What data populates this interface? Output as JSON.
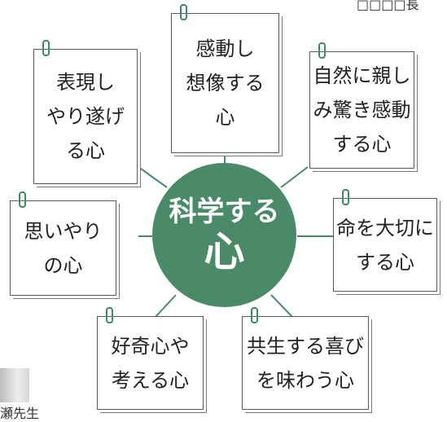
{
  "center": {
    "line1": "科学する",
    "line2": "心"
  },
  "notes": [
    {
      "id": "top",
      "text": "感動し\n想像する\n心"
    },
    {
      "id": "top-left",
      "text": "表現し\nやり遂げ\nる心"
    },
    {
      "id": "top-right",
      "text": "自然に親し\nみ驚き感動\nする心"
    },
    {
      "id": "left",
      "text": "思いやり\nの心"
    },
    {
      "id": "right",
      "text": "命を大切に\nする心"
    },
    {
      "id": "bottom-left",
      "text": "好奇心や\n考える心"
    },
    {
      "id": "bottom-right",
      "text": "共生する喜び\nを味わう心"
    }
  ],
  "corner": {
    "top_right": "□□□□長",
    "bottom_left": "瀬先生"
  },
  "colors": {
    "center": "#4a8a68",
    "line": "#4a8a68",
    "clip": "#3d8a63"
  }
}
